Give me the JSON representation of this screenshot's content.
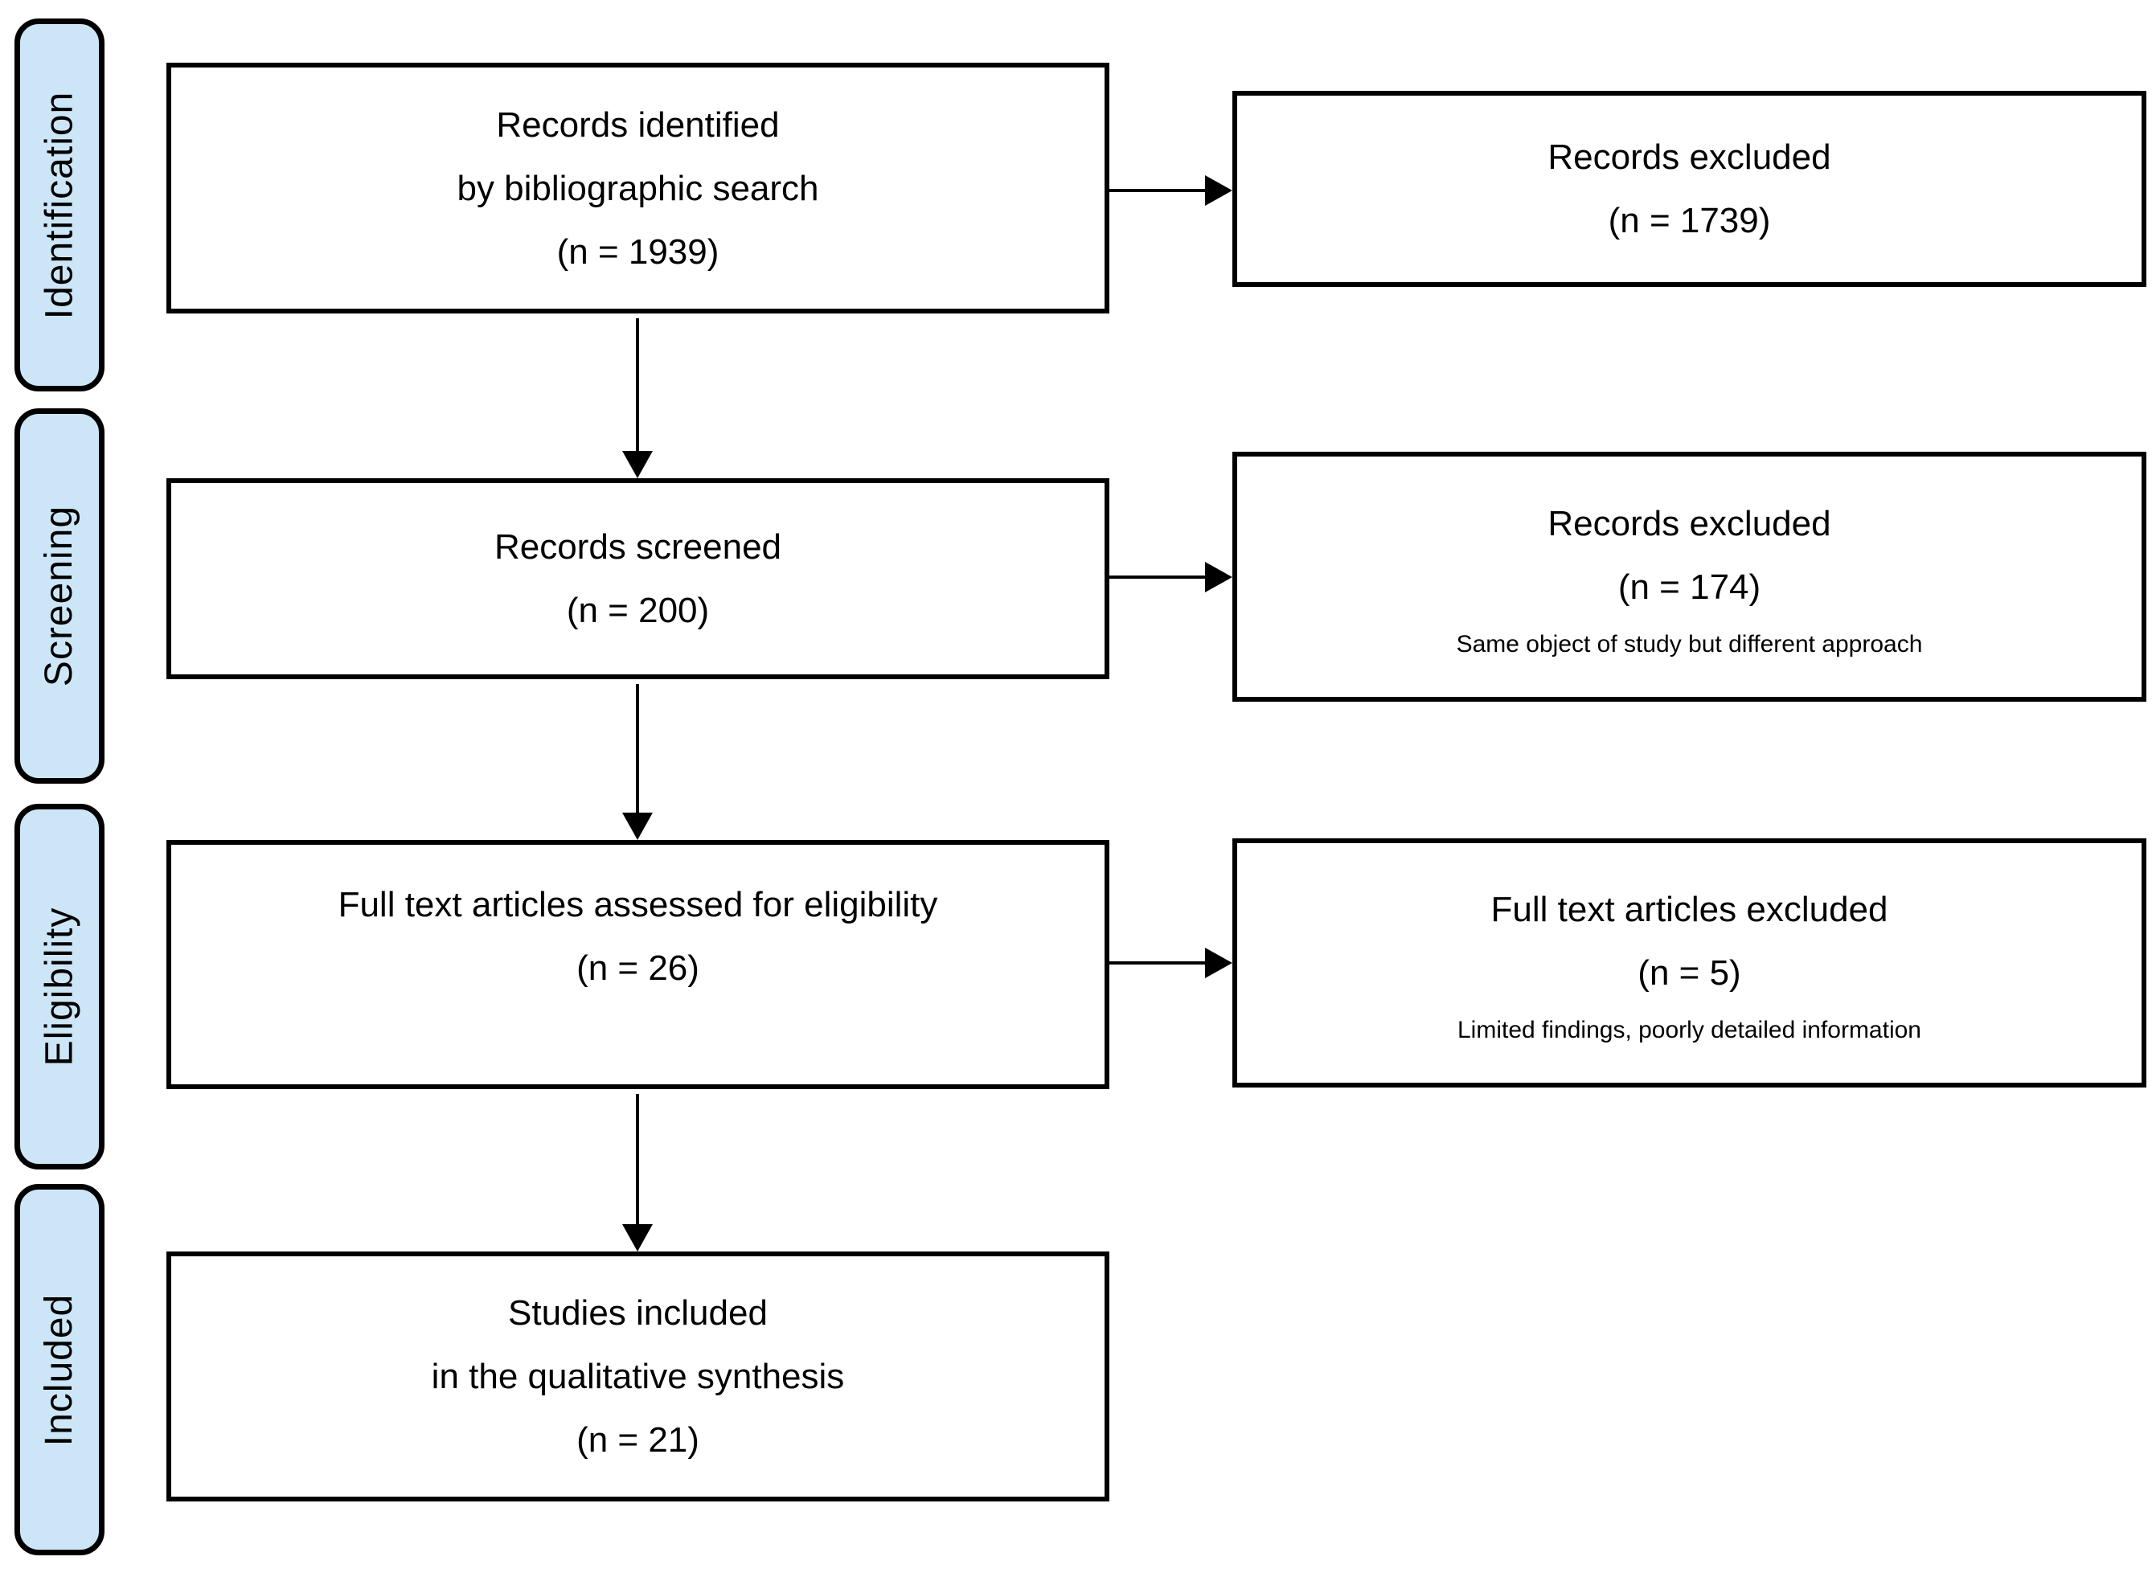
{
  "stages": [
    {
      "label": "Identification"
    },
    {
      "label": "Screening"
    },
    {
      "label": "Eligibility"
    },
    {
      "label": "Included"
    }
  ],
  "boxes": {
    "identified": {
      "lines": [
        "Records identified",
        "by bibliographic search",
        "(n = 1939)"
      ]
    },
    "records_excluded": {
      "lines": [
        "Records excluded",
        "(n = 1739)"
      ]
    },
    "screened": {
      "lines": [
        "Records screened",
        "(n = 200)"
      ]
    },
    "screened_excluded": {
      "lines": [
        "Records excluded",
        "(n = 174)"
      ],
      "note": "Same object of study but different approach"
    },
    "fulltext": {
      "lines": [
        "Full text articles assessed for eligibility",
        "(n = 26)"
      ]
    },
    "fulltext_excluded": {
      "lines": [
        "Full text articles excluded",
        "(n = 5)"
      ],
      "note": "Limited findings, poorly detailed information"
    },
    "included": {
      "lines": [
        "Studies included",
        "in the qualitative synthesis",
        "(n = 21)"
      ]
    }
  },
  "colors": {
    "stage_fill": "#cde6f7",
    "border": "#000000",
    "text": "#000000",
    "background": "#ffffff"
  }
}
